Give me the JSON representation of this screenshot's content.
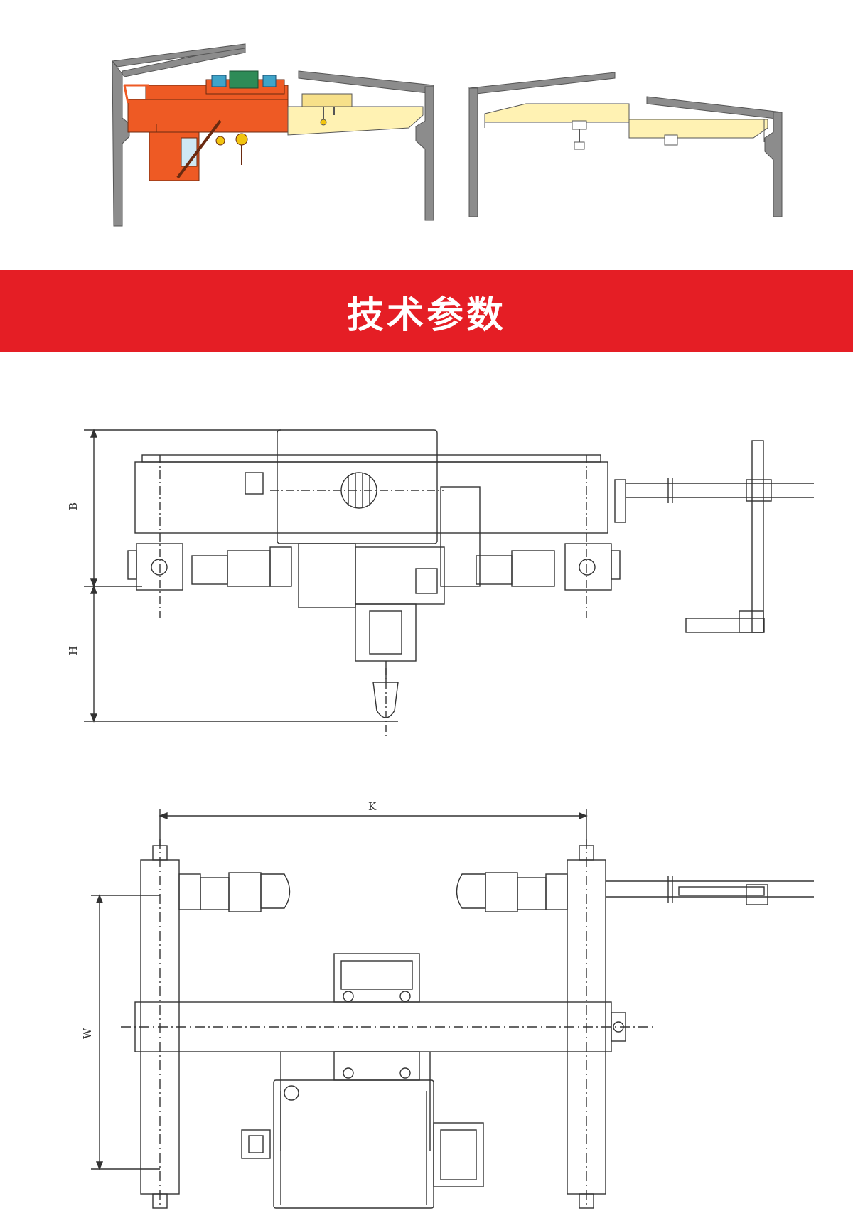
{
  "banner": {
    "title": "技术参数",
    "color": "#e51e25"
  },
  "colors": {
    "double_girder_crane": "#ee5a24",
    "single_girder_crane": "#fff2b3",
    "building": "#8c8c8c",
    "line": "#333333"
  },
  "side_view": {
    "dim_b": "B",
    "dim_h": "H"
  },
  "plan_view": {
    "dim_k": "K",
    "dim_w": "W"
  }
}
